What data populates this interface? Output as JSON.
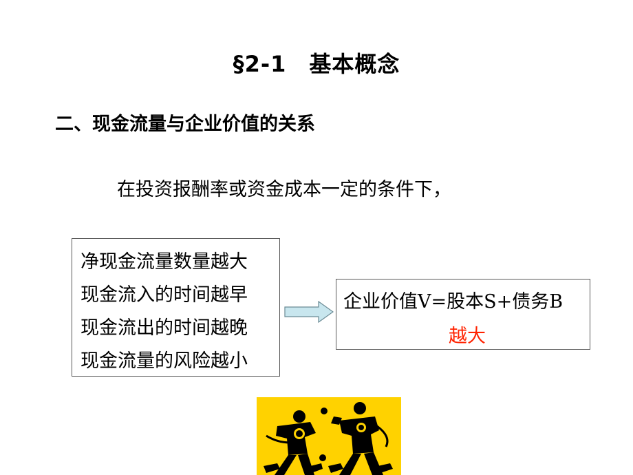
{
  "slide": {
    "title": "§2-1　基本概念",
    "section_heading": "二、现金流量与企业价值的关系",
    "condition": "在投资报酬率或资金成本一定的条件下，",
    "factors": [
      "净现金流量数量越大",
      "现金流入的时间越早",
      "现金流出的时间越晚",
      "现金流量的风险越小"
    ],
    "result": {
      "formula": "企业价值V=股本S+债务B",
      "conclusion": "越大"
    },
    "colors": {
      "conclusion": "#ff2200",
      "arrow_fill": "#c8e6ee",
      "clipart_background": "#ffd200"
    },
    "icons": {
      "arrow": "right-arrow-icon",
      "clipart": "table-tennis-players-clipart"
    }
  }
}
